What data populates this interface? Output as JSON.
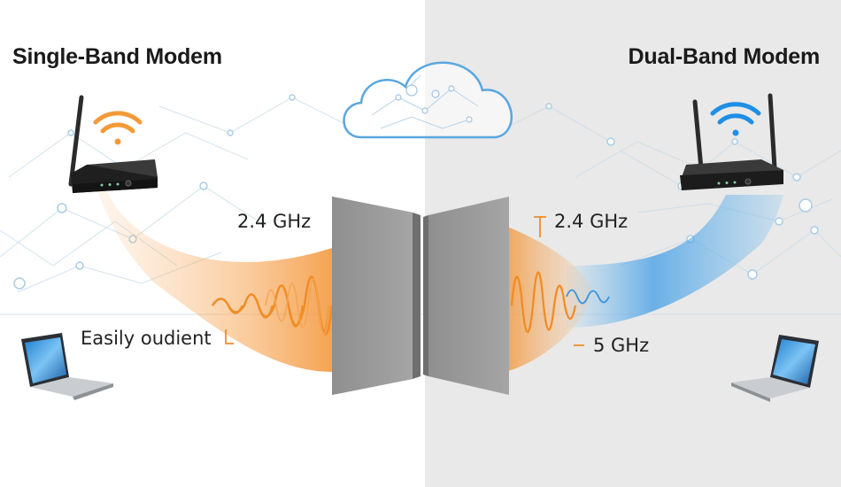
{
  "left_panel": {
    "title": "Single-Band Modem",
    "band_label": "2.4 GHz",
    "device_label": "Easily oudient",
    "accent_color": "#f29a38"
  },
  "right_panel": {
    "title": "Dual-Band Modem",
    "band_24_label": "2.4 GHz",
    "band_5_label": "5 GHz",
    "accent_color": "#4aa3e8",
    "background_color": "#e9e9e9"
  },
  "icons": [
    "cloud-icon",
    "router-icon",
    "wifi-icon",
    "laptop-icon",
    "wall"
  ]
}
